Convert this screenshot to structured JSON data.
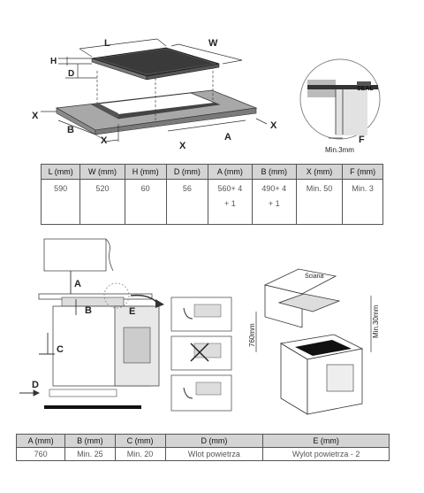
{
  "top_diagram": {
    "labels": {
      "L": "L",
      "W": "W",
      "H": "H",
      "D": "D",
      "B": "B",
      "A": "A",
      "X": "X",
      "F": "F",
      "seal": "SEAL",
      "min_gap": "Min.3mm"
    }
  },
  "table1": {
    "headers": [
      "L (mm)",
      "W (mm)",
      "H (mm)",
      "D (mm)",
      "A (mm)",
      "B (mm)",
      "X (mm)",
      "F (mm)"
    ],
    "values": [
      "590",
      "520",
      "60",
      "56",
      "560+ 4\n+ 1",
      "490+ 4\n+ 1",
      "Min. 50",
      "Min. 3"
    ]
  },
  "bottom_diagram": {
    "labels": {
      "A": "A",
      "B": "B",
      "C": "C",
      "D": "D",
      "E": "E",
      "wall": "Ściana",
      "height": "760mm",
      "min_right": "Min.30mm"
    }
  },
  "table2": {
    "headers": [
      "A (mm)",
      "B (mm)",
      "C (mm)",
      "D (mm)",
      "E (mm)"
    ],
    "values": [
      "760",
      "Min. 25",
      "Min. 20",
      "Wlot powietrza",
      "Wylot powietrza - 2"
    ]
  }
}
